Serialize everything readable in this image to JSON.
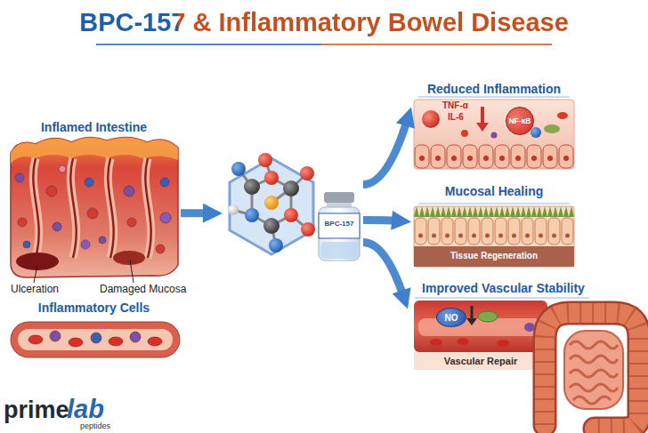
{
  "diagram": {
    "title": "BPC-157 & Inflammatory Bowel Disease",
    "nodes": [
      {
        "text": [
          "Inflamed Intestine"
        ]
      },
      {
        "text": [
          "Inflammatory Cells"
        ]
      },
      {
        "text": [
          "BPC-157"
        ]
      },
      {
        "text": [
          "Reduced Inflammation"
        ]
      },
      {
        "text": [
          "NF-κB"
        ],
        "in": 3
      },
      {
        "text": [
          "Mucosal Healing"
        ]
      },
      {
        "text": [
          "Improved Vascular Stability"
        ]
      },
      {
        "text": [
          "NO"
        ],
        "in": 6
      }
    ],
    "edges": [
      {
        "from": 0,
        "to": 2,
        "arrow": "to"
      },
      {
        "from": 2,
        "to": 3,
        "arrow": "to"
      },
      {
        "from": 2,
        "to": 5,
        "arrow": "to"
      },
      {
        "from": 2,
        "to": 6,
        "arrow": "to"
      }
    ],
    "labels": [
      "Ulceration",
      "Damaged Mucosa",
      "TNF-α",
      "IL-6",
      "Tissue Regeneration",
      "Vascular Repair",
      "prime",
      "lab",
      "peptides"
    ]
  }
}
